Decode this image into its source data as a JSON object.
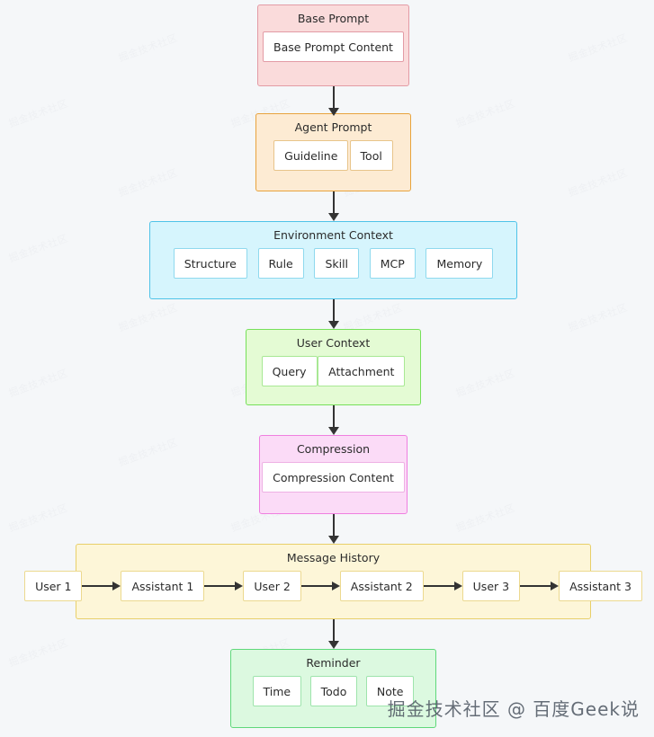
{
  "diagram": {
    "type": "flowchart",
    "direction": "top-to-bottom",
    "background_color": "#f5f7f9",
    "arrow_color": "#333333",
    "stages": [
      {
        "id": "base-prompt",
        "title": "Base Prompt",
        "fill": "#fadbdb",
        "border": "#e39ba5",
        "node_border": "#e39ba5",
        "nodes": [
          "Base Prompt Content"
        ]
      },
      {
        "id": "agent-prompt",
        "title": "Agent Prompt",
        "fill": "#fdebd3",
        "border": "#e8a33d",
        "node_border": "#e8c48a",
        "nodes": [
          "Guideline",
          "Tool"
        ]
      },
      {
        "id": "environment-context",
        "title": "Environment Context",
        "fill": "#d6f5fd",
        "border": "#4fc3e8",
        "node_border": "#8fd9ee",
        "nodes": [
          "Structure",
          "Rule",
          "Skill",
          "MCP",
          "Memory"
        ]
      },
      {
        "id": "user-context",
        "title": "User Context",
        "fill": "#e4fbd4",
        "border": "#76e05a",
        "node_border": "#a8e894",
        "nodes": [
          "Query",
          "Attachment"
        ]
      },
      {
        "id": "compression",
        "title": "Compression",
        "fill": "#fbdbf7",
        "border": "#ef7fe0",
        "node_border": "#eeb0e4",
        "nodes": [
          "Compression Content"
        ]
      },
      {
        "id": "message-history",
        "title": "Message History",
        "fill": "#fdf6d8",
        "border": "#e8cf6a",
        "node_border": "#ecd98f",
        "nodes": [
          "User 1",
          "Assistant 1",
          "User 2",
          "Assistant 2",
          "User 3",
          "Assistant 3"
        ]
      },
      {
        "id": "reminder",
        "title": "Reminder",
        "fill": "#dcf9e0",
        "border": "#5fd87a",
        "node_border": "#9ee4ac",
        "nodes": [
          "Time",
          "Todo",
          "Note"
        ]
      }
    ],
    "connectors": [
      {
        "from": "base-prompt",
        "to": "agent-prompt"
      },
      {
        "from": "agent-prompt",
        "to": "environment-context"
      },
      {
        "from": "environment-context",
        "to": "user-context"
      },
      {
        "from": "user-context",
        "to": "compression"
      },
      {
        "from": "compression",
        "to": "message-history"
      },
      {
        "from": "message-history",
        "to": "reminder"
      }
    ],
    "message_history_connectors": [
      {
        "from": "User 1",
        "to": "Assistant 1"
      },
      {
        "from": "Assistant 1",
        "to": "User 2"
      },
      {
        "from": "User 2",
        "to": "Assistant 2"
      },
      {
        "from": "Assistant 2",
        "to": "User 3"
      },
      {
        "from": "User 3",
        "to": "Assistant 3"
      }
    ]
  },
  "watermark": {
    "foreground": "掘金技术社区 @ 百度Geek说",
    "background_tile": "掘金技术社区"
  }
}
